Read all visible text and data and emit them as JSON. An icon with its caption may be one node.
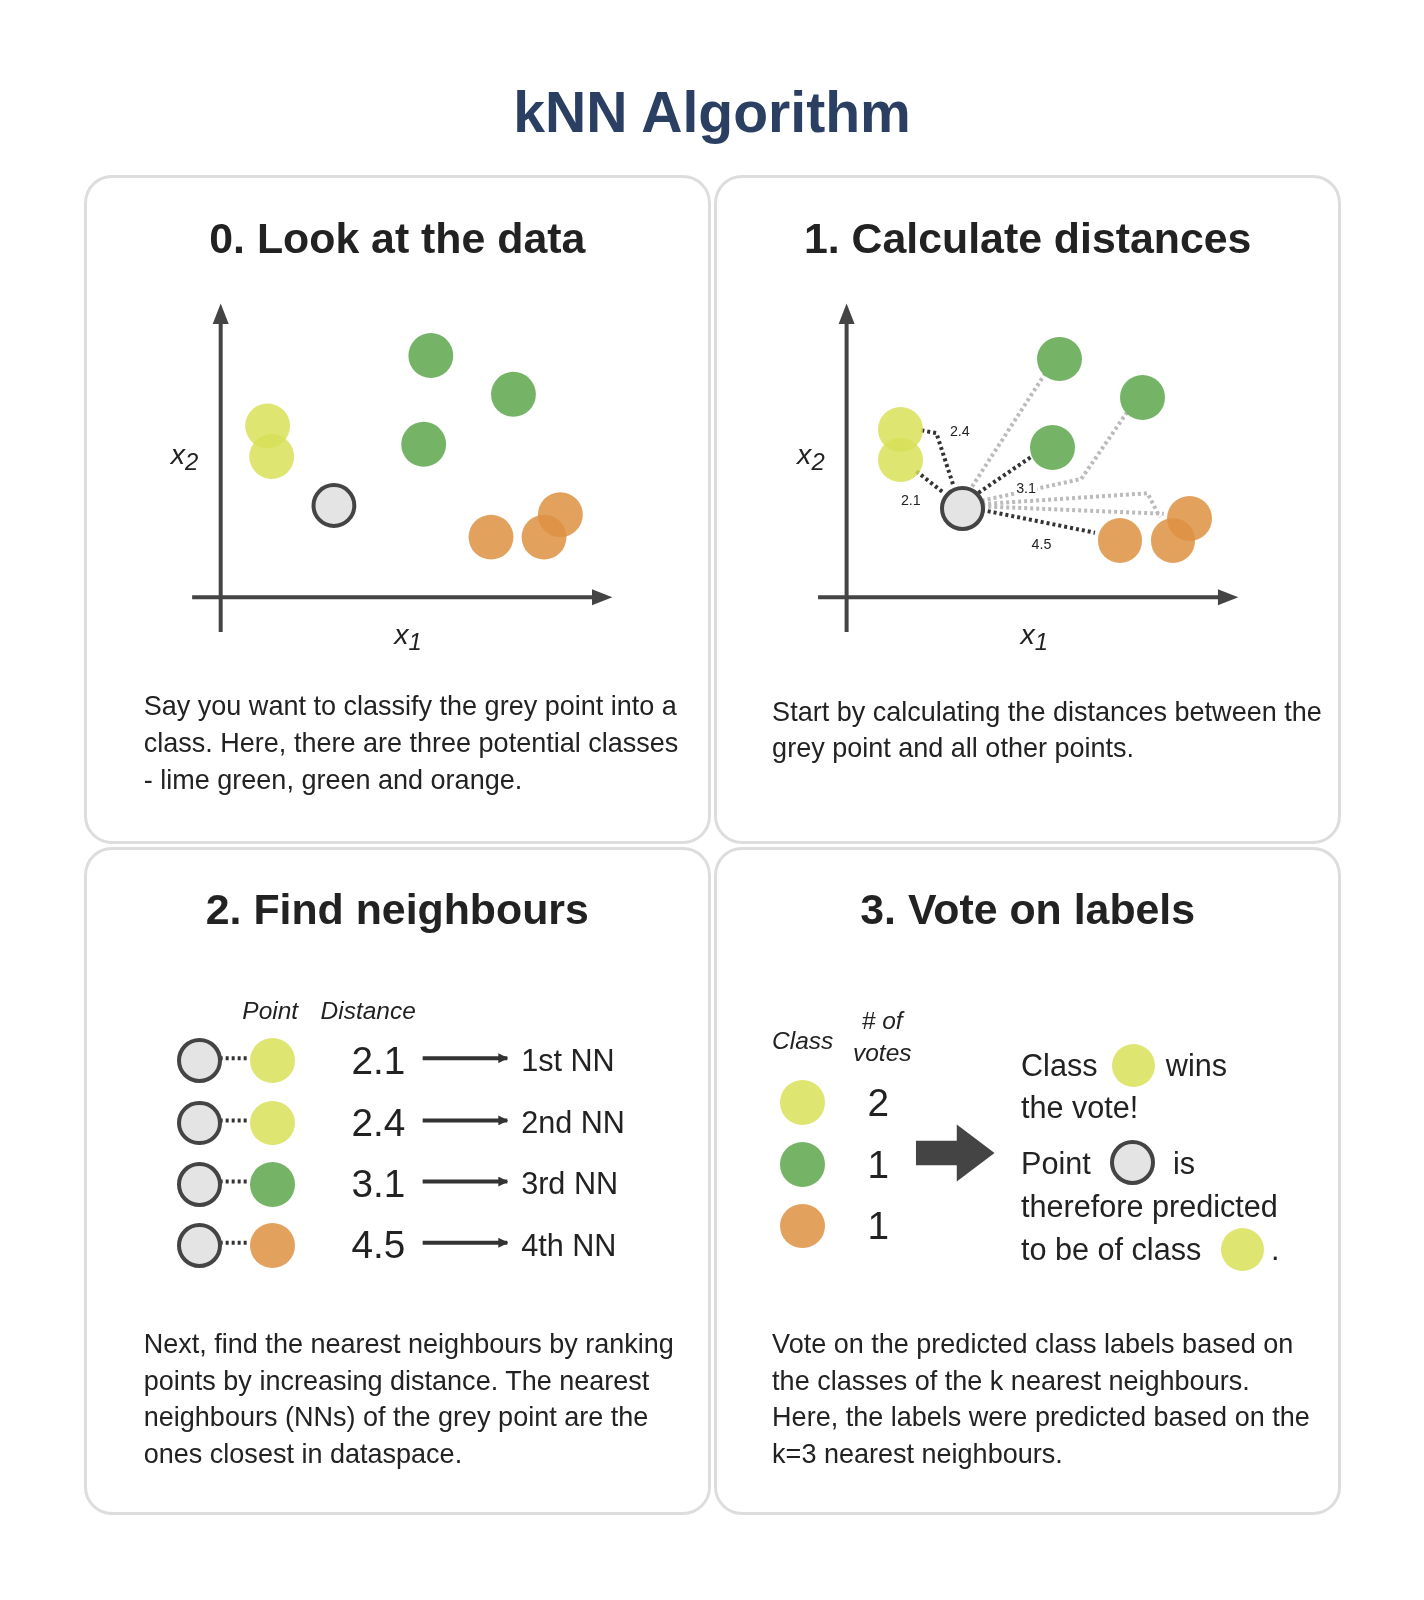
{
  "diagram": {
    "title": "kNN Algorithm",
    "nodes": [
      {
        "text": [
          "0. Look at the data",
          "Say you want to classify the grey point into a class. Here, there are three potential classes - lime green, green and orange."
        ]
      },
      {
        "text": [
          "1. Calculate distances",
          "Start by calculating the distances between the grey point and all other points."
        ]
      },
      {
        "text": [
          "2. Find neighbours",
          "Next, find the nearest neighbours by ranking points by increasing distance. The nearest neighbours (NNs) of the grey point are the ones closest in dataspace."
        ]
      },
      {
        "text": [
          "3. Vote on labels",
          "Vote on the predicted class labels based on the classes of the k nearest neighbours. Here, the labels were predicted based on the k=3 nearest neighbours."
        ]
      },
      {
        "text": [],
        "shape": "circle",
        "in": 1
      },
      {
        "text": [],
        "shape": "circle",
        "in": 1
      },
      {
        "text": [],
        "shape": "circle",
        "in": 1
      },
      {
        "text": [],
        "shape": "circle",
        "in": 1
      },
      {
        "text": [],
        "shape": "circle",
        "in": 1
      },
      {
        "text": [],
        "shape": "circle",
        "in": 1
      },
      {
        "text": [],
        "shape": "circle",
        "in": 1
      },
      {
        "text": [],
        "shape": "circle",
        "in": 1
      },
      {
        "text": [],
        "shape": "circle",
        "in": 1
      },
      {
        "text": [],
        "shape": "circle",
        "in": 2
      },
      {
        "text": [],
        "shape": "circle",
        "in": 2
      },
      {
        "text": [
          "2.1"
        ],
        "in": 2
      },
      {
        "text": [
          "1st NN"
        ],
        "in": 2
      },
      {
        "text": [],
        "shape": "circle",
        "in": 2
      },
      {
        "text": [],
        "shape": "circle",
        "in": 2
      },
      {
        "text": [
          "2.4"
        ],
        "in": 2
      },
      {
        "text": [
          "2nd NN"
        ],
        "in": 2
      },
      {
        "text": [],
        "shape": "circle",
        "in": 2
      },
      {
        "text": [],
        "shape": "circle",
        "in": 2
      },
      {
        "text": [
          "3.1"
        ],
        "in": 2
      },
      {
        "text": [
          "3rd NN"
        ],
        "in": 2
      },
      {
        "text": [],
        "shape": "circle",
        "in": 2
      },
      {
        "text": [],
        "shape": "circle",
        "in": 2
      },
      {
        "text": [
          "4.5"
        ],
        "in": 2
      },
      {
        "text": [
          "4th NN"
        ],
        "in": 2
      }
    ],
    "edges": [
      {
        "from": 4,
        "to": 5,
        "arrow": "none",
        "style": "dashed",
        "label": "2.4"
      },
      {
        "from": 4,
        "to": 6,
        "arrow": "none",
        "style": "dashed",
        "label": "2.1"
      },
      {
        "from": 4,
        "to": 7,
        "arrow": "none",
        "style": "dashed",
        "color": "#bbbbbb"
      },
      {
        "from": 4,
        "to": 8,
        "arrow": "none",
        "style": "dashed",
        "color": "#bbbbbb"
      },
      {
        "from": 4,
        "to": 9,
        "arrow": "none",
        "style": "dashed",
        "label": "3.1"
      },
      {
        "from": 4,
        "to": 10,
        "arrow": "none",
        "style": "dashed",
        "color": "#bbbbbb"
      },
      {
        "from": 4,
        "to": 11,
        "arrow": "none",
        "style": "dashed",
        "label": "4.5"
      },
      {
        "from": 4,
        "to": 12,
        "arrow": "none",
        "style": "dashed",
        "color": "#bbbbbb"
      },
      {
        "from": 13,
        "to": 14,
        "arrow": "none",
        "style": "dashed"
      },
      {
        "from": 15,
        "to": 16,
        "arrow": "to"
      },
      {
        "from": 17,
        "to": 18,
        "arrow": "none",
        "style": "dashed"
      },
      {
        "from": 19,
        "to": 20,
        "arrow": "to"
      },
      {
        "from": 21,
        "to": 22,
        "arrow": "none",
        "style": "dashed"
      },
      {
        "from": 23,
        "to": 24,
        "arrow": "to"
      },
      {
        "from": 25,
        "to": 26,
        "arrow": "none",
        "style": "dashed"
      },
      {
        "from": 27,
        "to": 28,
        "arrow": "to"
      }
    ],
    "labels": [
      "x$_{2}$",
      "x$_{1}$",
      "x$_{2}$",
      "x$_{1}$",
      "Point",
      "Distance",
      "Class",
      "# of votes",
      "2",
      "1",
      "1",
      "Class",
      "wins",
      "the vote!",
      "Point",
      "is",
      "therefore predicted",
      "to be of class",
      "."
    ]
  }
}
